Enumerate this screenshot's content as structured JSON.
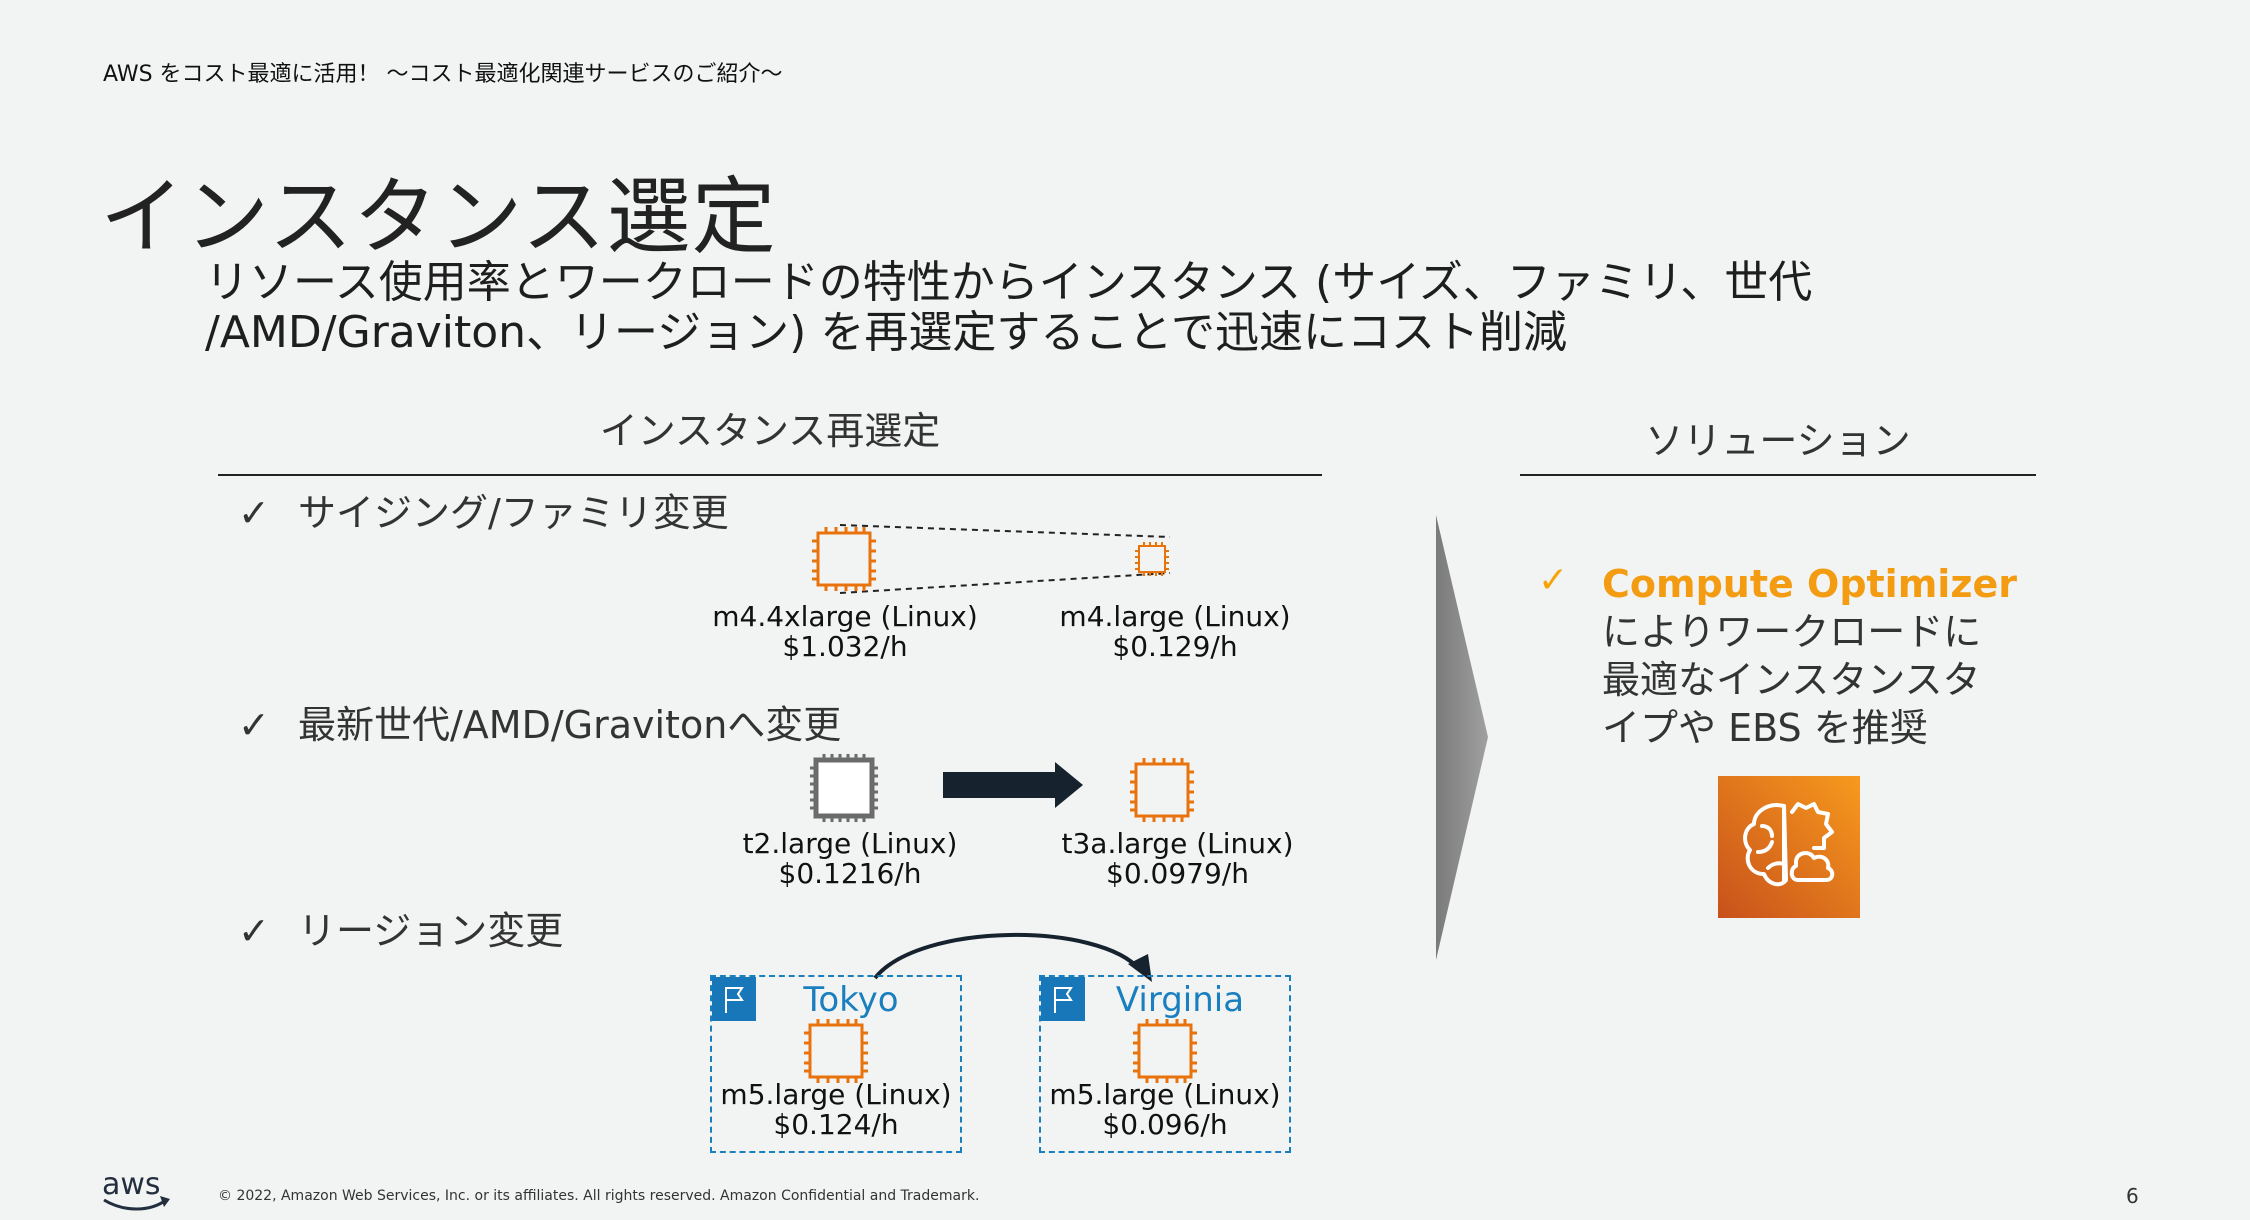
{
  "header": {
    "text": "AWS をコスト最適に活用！ ～コスト最適化関連サービスのご紹介～"
  },
  "title": "インスタンス選定",
  "subtitle": {
    "line1": "リソース使用率とワークロードの特性からインスタンス (サイズ、ファミリ、世代",
    "line2": "/AMD/Graviton、リージョン) を再選定することで迅速にコスト削減"
  },
  "left_section": {
    "heading": "インスタンス再選定",
    "checkmark": "✓",
    "items": [
      {
        "label": "サイジング/ファミリ変更",
        "from": {
          "name": "m4.4xlarge (Linux)",
          "price": "$1.032/h"
        },
        "to": {
          "name": "m4.large (Linux)",
          "price": "$0.129/h"
        }
      },
      {
        "label": "最新世代/AMD/Gravitonへ変更",
        "from": {
          "name": "t2.large (Linux)",
          "price": "$0.1216/h"
        },
        "to": {
          "name": "t3a.large (Linux)",
          "price": "$0.0979/h"
        }
      },
      {
        "label": "リージョン変更",
        "from": {
          "region": "Tokyo",
          "name": "m5.large (Linux)",
          "price": "$0.124/h"
        },
        "to": {
          "region": "Virginia",
          "name": "m5.large (Linux)",
          "price": "$0.096/h"
        }
      }
    ]
  },
  "right_section": {
    "heading": "ソリューション",
    "checkmark": "✓",
    "highlight": "Compute Optimizer",
    "lines": [
      "によりワークロードに",
      "最適なインスタンスタ",
      "イプや EBS を推奨"
    ],
    "icon": "compute-optimizer-icon"
  },
  "footer": {
    "logo": "aws",
    "copyright": "© 2022, Amazon Web Services, Inc. or its affiliates. All rights reserved. Amazon Confidential and Trademark.",
    "page_number": "6"
  },
  "colors": {
    "orange": "#e8730c",
    "blue": "#1a7fbf",
    "navy": "#16232f",
    "gray_chevron": "#8a8a8a"
  }
}
